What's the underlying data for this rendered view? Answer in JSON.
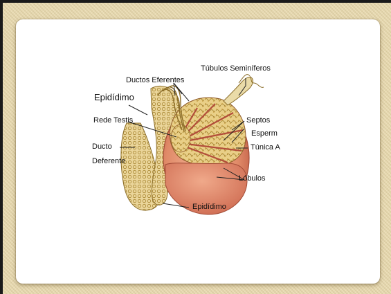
{
  "diagram": {
    "labels": {
      "tubulos_seminiferos": "Túbulos Seminíferos",
      "ductos_eferentes": "Ductos Eferentes",
      "epididimo_top": "Epidídimo",
      "rede_testis": "Rede Testis",
      "septos": "Septos",
      "esperm": "Esperm",
      "tunica_a": "Túnica A",
      "ducto": "Ducto",
      "deferente": "Deferente",
      "lobulos": "Lóbulos",
      "epididimo_bottom": "Epidídimo"
    },
    "colors": {
      "background": "#e8d9ad",
      "card": "#ffffff",
      "tunica": "#d98b6a",
      "testis_inner": "#c95d4b",
      "tubules": "#e6c777",
      "epididymis": "#e3cf8e",
      "leader_line": "#222222"
    }
  }
}
